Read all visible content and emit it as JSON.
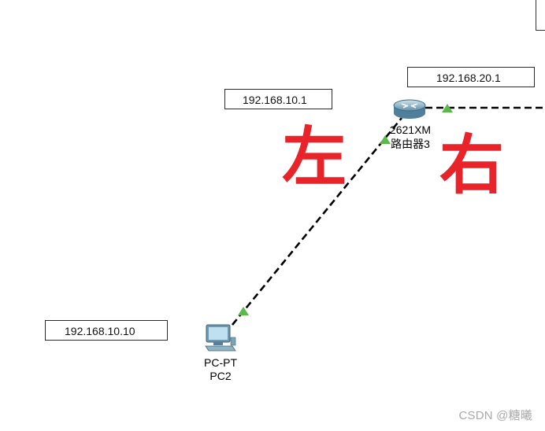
{
  "notes": {
    "pc_ip": "192.168.10.10",
    "router_left_ip": "192.168.10.1",
    "router_right_ip": "192.168.20.1"
  },
  "devices": {
    "router": {
      "model": "2621XM",
      "name": "路由器3",
      "icon": "router-icon"
    },
    "pc": {
      "model": "PC-PT",
      "name": "PC2",
      "icon": "pc-icon"
    }
  },
  "annotations": {
    "left": "左",
    "right": "右"
  },
  "watermark": "CSDN @糖曦",
  "colors": {
    "annotation": "#e8232a",
    "link_up": "#5cb84a",
    "cable": "#000000"
  }
}
